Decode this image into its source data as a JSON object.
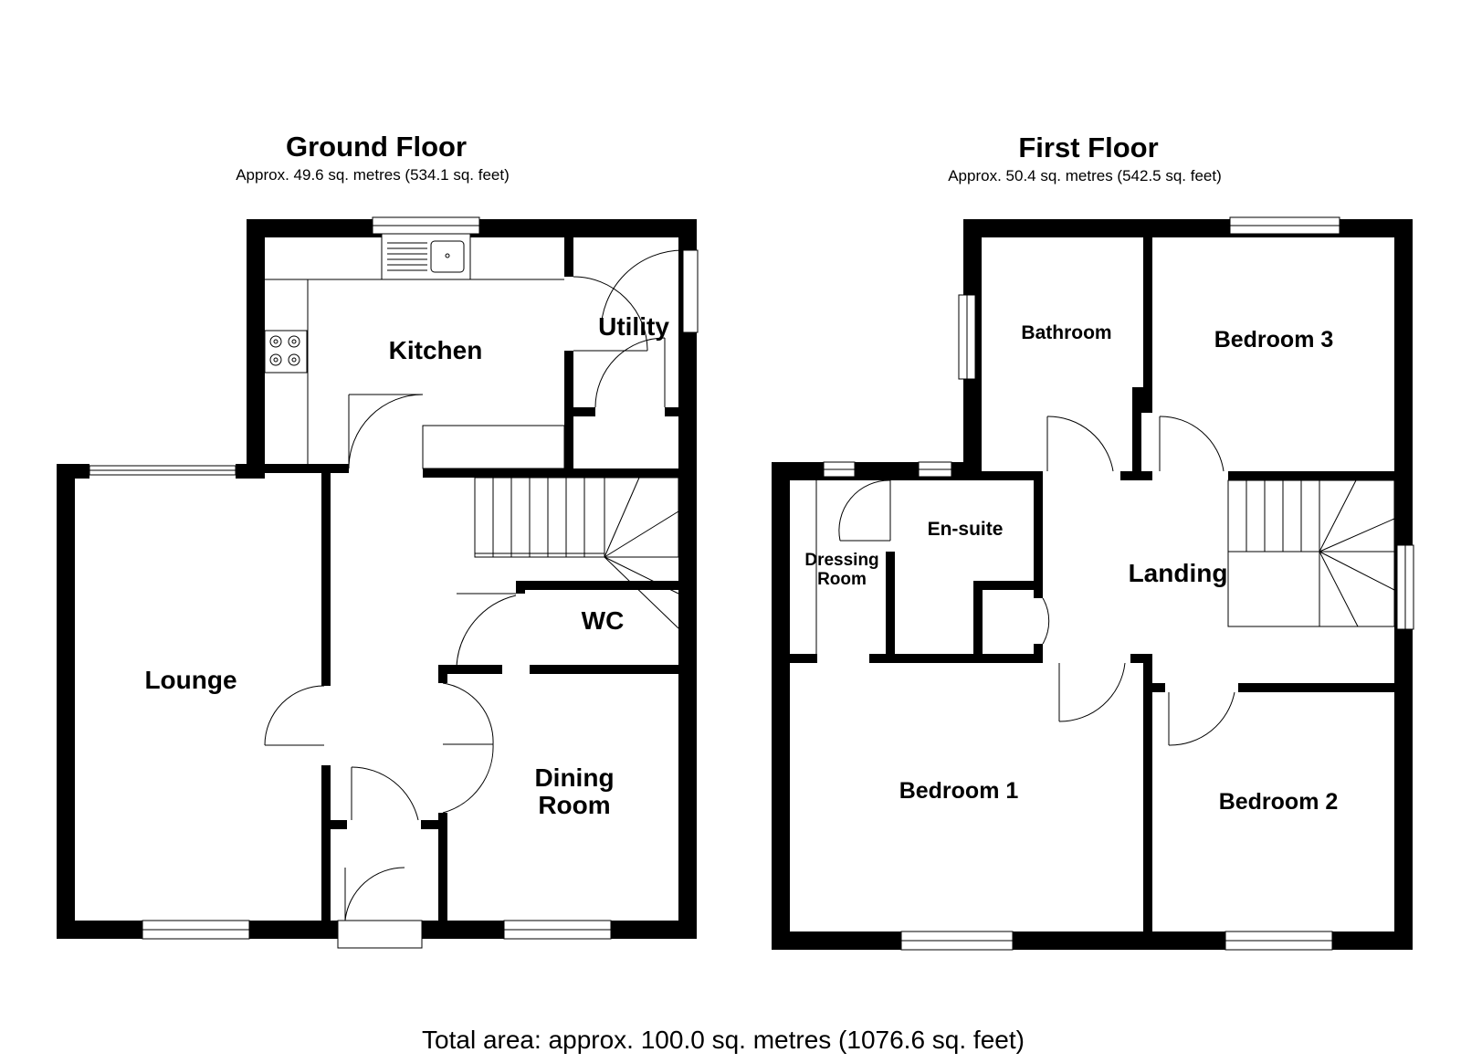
{
  "ground_floor": {
    "title": "Ground Floor",
    "area": "Approx. 49.6 sq. metres (534.1 sq. feet)",
    "rooms": {
      "kitchen": "Kitchen",
      "utility": "Utility",
      "lounge": "Lounge",
      "wc": "WC",
      "dining_line1": "Dining",
      "dining_line2": "Room"
    }
  },
  "first_floor": {
    "title": "First Floor",
    "area": "Approx. 50.4 sq. metres (542.5 sq. feet)",
    "rooms": {
      "bathroom": "Bathroom",
      "bedroom3": "Bedroom 3",
      "ensuite": "En-suite",
      "dressing_line1": "Dressing",
      "dressing_line2": "Room",
      "landing": "Landing",
      "bedroom1": "Bedroom 1",
      "bedroom2": "Bedroom 2"
    }
  },
  "total_area": "Total area: approx. 100.0 sq. metres (1076.6 sq. feet)"
}
